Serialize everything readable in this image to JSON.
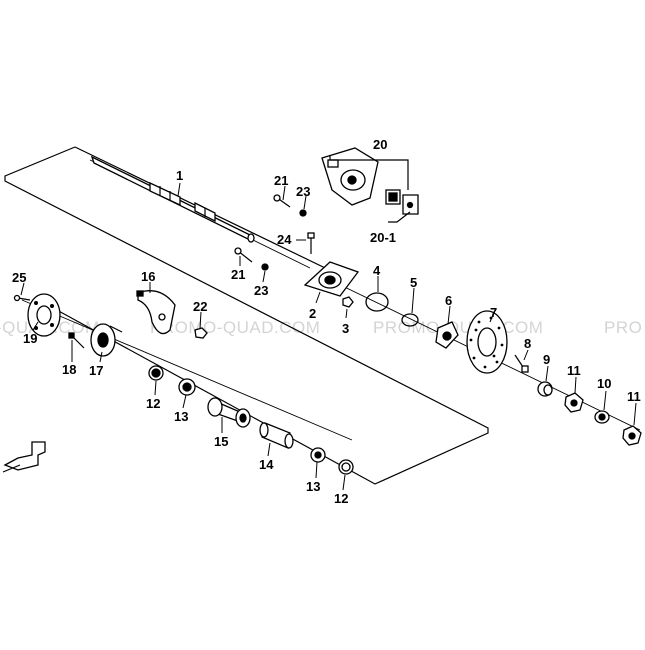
{
  "watermark": {
    "segments": [
      "-QUAD.COM",
      "PROMO-QUAD.COM",
      "PROMO-QUAD.COM",
      "PRO"
    ]
  },
  "callouts": [
    {
      "id": "1",
      "name": "rear-axle"
    },
    {
      "id": "2",
      "name": "axle-bearing-housing"
    },
    {
      "id": "3",
      "name": "nut"
    },
    {
      "id": "4",
      "name": "o-ring"
    },
    {
      "id": "5",
      "name": "o-ring"
    },
    {
      "id": "6",
      "name": "disc-hub"
    },
    {
      "id": "7",
      "name": "brake-disc"
    },
    {
      "id": "8",
      "name": "bolt"
    },
    {
      "id": "9",
      "name": "spacer"
    },
    {
      "id": "10",
      "name": "washer"
    },
    {
      "id": "11",
      "name": "nut"
    },
    {
      "id": "11",
      "name": "nut"
    },
    {
      "id": "12",
      "name": "seal"
    },
    {
      "id": "12",
      "name": "seal"
    },
    {
      "id": "13",
      "name": "bearing"
    },
    {
      "id": "13",
      "name": "bearing"
    },
    {
      "id": "14",
      "name": "spacer-tube"
    },
    {
      "id": "15",
      "name": "bearing-sleeve"
    },
    {
      "id": "16",
      "name": "guard"
    },
    {
      "id": "17",
      "name": "sprocket-hub"
    },
    {
      "id": "18",
      "name": "bolt"
    },
    {
      "id": "19",
      "name": "sprocket"
    },
    {
      "id": "20",
      "name": "brake-caliper"
    },
    {
      "id": "20-1",
      "name": "brake-pads"
    },
    {
      "id": "21",
      "name": "bolt"
    },
    {
      "id": "21",
      "name": "bolt"
    },
    {
      "id": "22",
      "name": "nut"
    },
    {
      "id": "23",
      "name": "washer"
    },
    {
      "id": "23",
      "name": "washer"
    },
    {
      "id": "24",
      "name": "bolt"
    },
    {
      "id": "25",
      "name": "pin"
    }
  ]
}
